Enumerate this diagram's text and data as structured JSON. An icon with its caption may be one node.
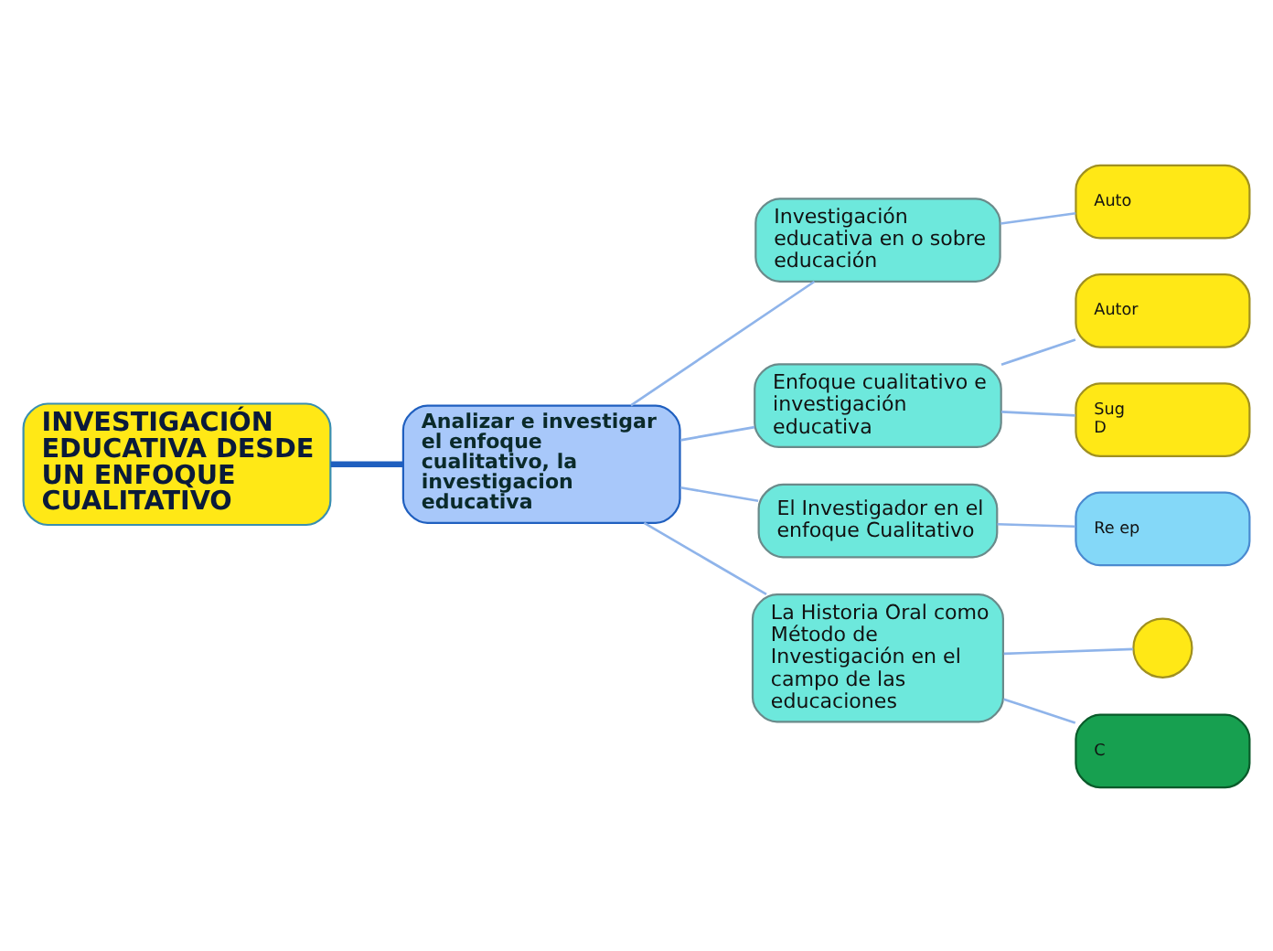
{
  "diagram": {
    "nodes": [
      {
        "text": [
          "INVESTIGACIÓN EDUCATIVA DESDE UN ENFOQUE CUALITATIVO"
        ]
      },
      {
        "text": [
          "Analizar e investigar el enfoque cualitativo, la investigacion educativa"
        ]
      },
      {
        "text": [
          "Investigación educativa en o sobre educación"
        ]
      },
      {
        "text": [
          "Auto"
        ]
      },
      {
        "text": [
          "Enfoque cualitativo e investigación educativa"
        ]
      },
      {
        "text": [
          "Autor"
        ]
      },
      {
        "text": [
          "Sug",
          "D"
        ]
      },
      {
        "text": [
          "El Investigador en el enfoque Cualitativo"
        ]
      },
      {
        "text": [
          "Re ep"
        ]
      },
      {
        "text": [
          "La Historia Oral como Método de Investigación en el campo de las educaciones"
        ]
      },
      {
        "text": [],
        "shape": "circle"
      },
      {
        "text": [
          "C"
        ]
      }
    ],
    "edges": [
      {
        "from": 0,
        "to": 1,
        "arrow": "none",
        "style": "thick",
        "color": "#1f5fbf"
      },
      {
        "from": 1,
        "to": 2,
        "arrow": "none"
      },
      {
        "from": 1,
        "to": 4,
        "arrow": "none"
      },
      {
        "from": 1,
        "to": 7,
        "arrow": "none"
      },
      {
        "from": 1,
        "to": 9,
        "arrow": "none"
      },
      {
        "from": 2,
        "to": 3,
        "arrow": "none"
      },
      {
        "from": 4,
        "to": 5,
        "arrow": "none"
      },
      {
        "from": 4,
        "to": 6,
        "arrow": "none"
      },
      {
        "from": 7,
        "to": 8,
        "arrow": "none"
      },
      {
        "from": 9,
        "to": 10,
        "arrow": "none"
      },
      {
        "from": 9,
        "to": 11,
        "arrow": "none"
      }
    ]
  }
}
